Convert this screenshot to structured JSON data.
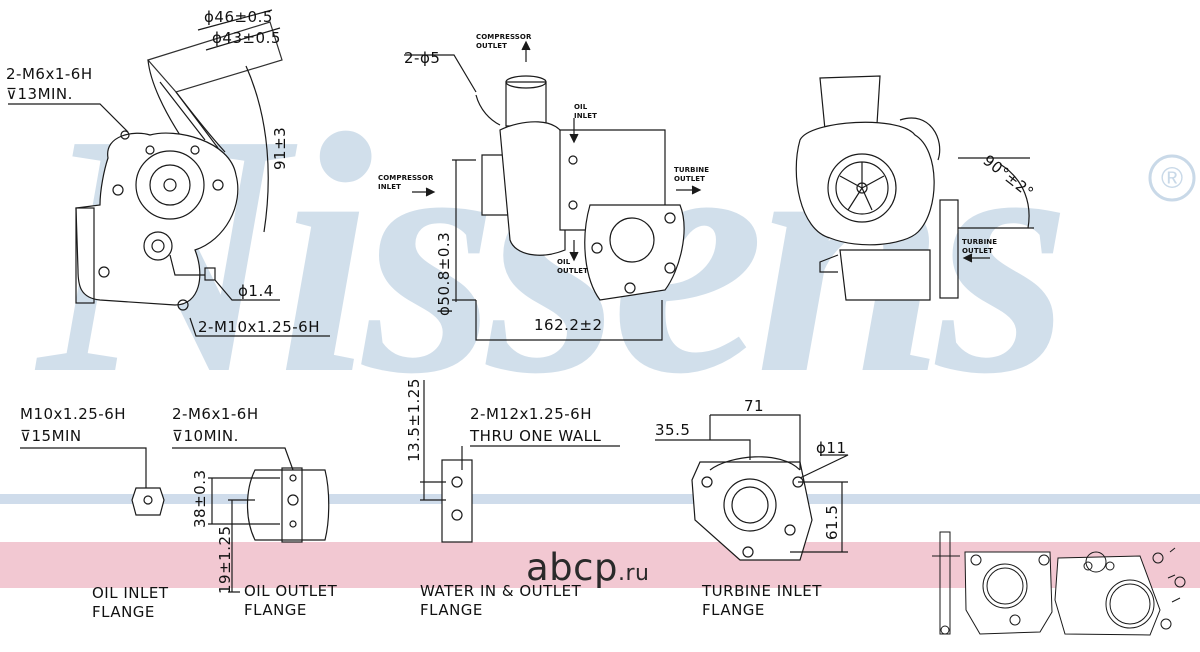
{
  "watermark": {
    "brand": "Nissens",
    "registered": "®",
    "site": "abcp",
    "site_tld": ".ru"
  },
  "views": {
    "front": {
      "thread_top": "2-M6x1-6H",
      "thread_top_depth": "⊽13MIN.",
      "dia46": "ϕ46±0.5",
      "dia43": "ϕ43±0.5",
      "dim91": "91±3",
      "dia14": "ϕ1.4",
      "thread_bottom": "2-M10x1.25-6H"
    },
    "side": {
      "holes": "2-ϕ5",
      "compressor_outlet": [
        "COMPRESSOR",
        "OUTLET"
      ],
      "compressor_inlet": [
        "COMPRESSOR",
        "INLET"
      ],
      "oil_inlet": [
        "OIL",
        "INLET"
      ],
      "oil_outlet": [
        "OIL",
        "OUTLET"
      ],
      "turbine_outlet": [
        "TURBINE",
        "OUTLET"
      ],
      "dia508": "ϕ50.8±0.3",
      "len1622": "162.2±2"
    },
    "rear": {
      "angle": "90°±2°",
      "turbine_outlet": [
        "TURBINE",
        "OUTLET"
      ]
    }
  },
  "flanges": {
    "oil_inlet": {
      "thread": "M10x1.25-6H",
      "depth": "⊽15MIN",
      "title": [
        "OIL  INLET",
        "FLANGE"
      ]
    },
    "oil_outlet": {
      "thread": "2-M6x1-6H",
      "depth": "⊽10MIN.",
      "dim38": "38±0.3",
      "dim19": "19±1.25",
      "title": [
        "OIL  OUTLET",
        "FLANGE"
      ]
    },
    "water": {
      "dim135": "13.5±1.25",
      "thread": "2-M12x1.25-6H",
      "note": "THRU  ONE  WALL",
      "title": [
        "WATER  IN  &  OUTLET",
        "FLANGE"
      ]
    },
    "turbine_inlet": {
      "dim71": "71",
      "dim355": "35.5",
      "dia11": "ϕ11",
      "dim615": "61.5",
      "title": [
        "TURBINE  INLET",
        "FLANGE"
      ]
    }
  },
  "colors": {
    "watermark_blue": "#c9d9e8",
    "band_blue": "#cfdceb",
    "band_pink": "#f2c8d2",
    "ink": "#1a1a1a"
  }
}
